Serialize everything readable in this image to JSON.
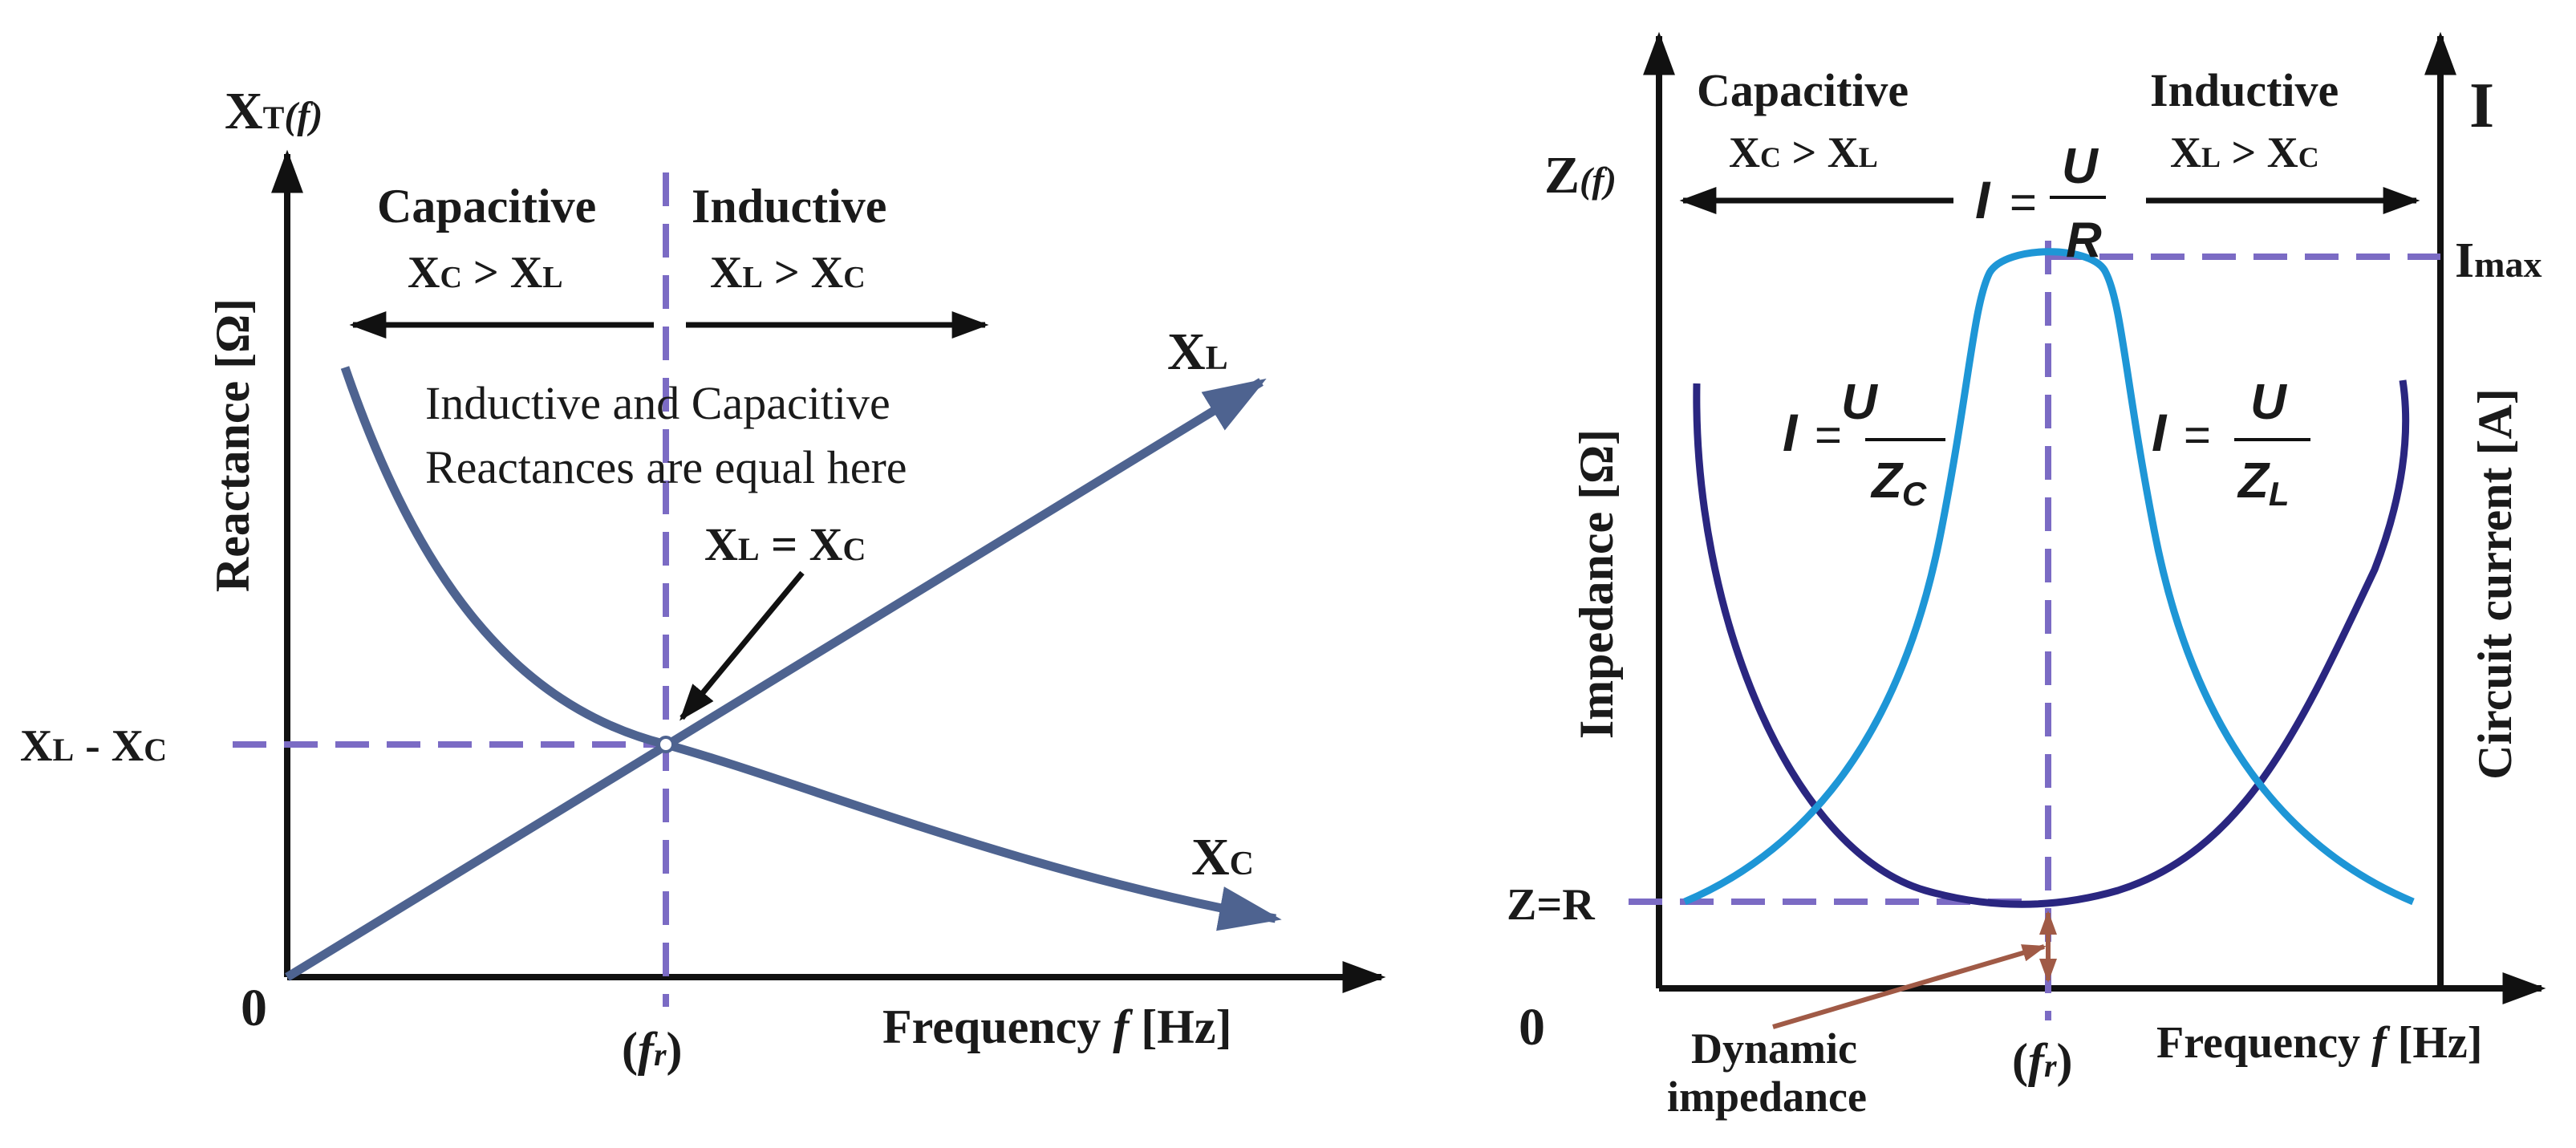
{
  "colors": {
    "axis": "#111111",
    "guide_dashed": "#7b6bc4",
    "reactance_curve": "#4e6390",
    "impedance_curve": "#2a2680",
    "current_curve": "#1e96d6",
    "dynamic_arrow": "#a05a46"
  },
  "left": {
    "y_axis_main": "X",
    "y_axis_sub": "T",
    "y_axis_paren": "(f)",
    "y_label": "Reactance  [Ω]",
    "origin": "0",
    "x_label": "Frequency",
    "x_var": "f",
    "x_unit": "[Hz]",
    "fr_open": "(",
    "fr_main": "f",
    "fr_sub": "r",
    "fr_close": ")",
    "region_capacitive": "Capacitive",
    "region_inductive": "Inductive",
    "cap_cond": {
      "a": "X",
      "a_sub": "C",
      "op": " > ",
      "b": "X",
      "b_sub": "L"
    },
    "ind_cond": {
      "a": "X",
      "a_sub": "L",
      "op": " > ",
      "b": "X",
      "b_sub": "C"
    },
    "note_line1": "Inductive and Capacitive",
    "note_line2": "Reactances are equal here",
    "equal_label": {
      "a": "X",
      "a_sub": "L",
      "op": " = ",
      "b": "X",
      "b_sub": "C"
    },
    "xl_curve_label": {
      "main": "X",
      "sub": "L"
    },
    "xc_curve_label": {
      "main": "X",
      "sub": "C"
    },
    "y_tick_label": {
      "a": "X",
      "a_sub": "L",
      "op": " - ",
      "b": "X",
      "b_sub": "C"
    }
  },
  "right": {
    "z_axis_main": "Z",
    "z_axis_paren": "(f)",
    "z_label": "Impedance  [Ω]",
    "i_axis": "I",
    "i_label": "Circuit current  [A]",
    "origin": "0",
    "x_label": "Frequency",
    "x_var": "f",
    "x_unit": "[Hz]",
    "fr_open": "(",
    "fr_main": "f",
    "fr_sub": "r",
    "fr_close": ")",
    "region_capacitive": "Capacitive",
    "region_inductive": "Inductive",
    "cap_cond": {
      "a": "X",
      "a_sub": "C",
      "op": " > ",
      "b": "X",
      "b_sub": "L"
    },
    "ind_cond": {
      "a": "X",
      "a_sub": "L",
      "op": " > ",
      "b": "X",
      "b_sub": "C"
    },
    "z_eq_r": "Z=R",
    "imax": {
      "main": "I",
      "sub": "max"
    },
    "formula_center": {
      "lhs": "I",
      "eq": "=",
      "num": "U",
      "den": "R"
    },
    "formula_left": {
      "lhs": "I",
      "eq": "=",
      "num": "U",
      "den": "Z",
      "den_sub": "C"
    },
    "formula_right": {
      "lhs": "I",
      "eq": "=",
      "num": "U",
      "den": "Z",
      "den_sub": "L"
    },
    "dynamic_line1": "Dynamic",
    "dynamic_line2": "impedance"
  }
}
